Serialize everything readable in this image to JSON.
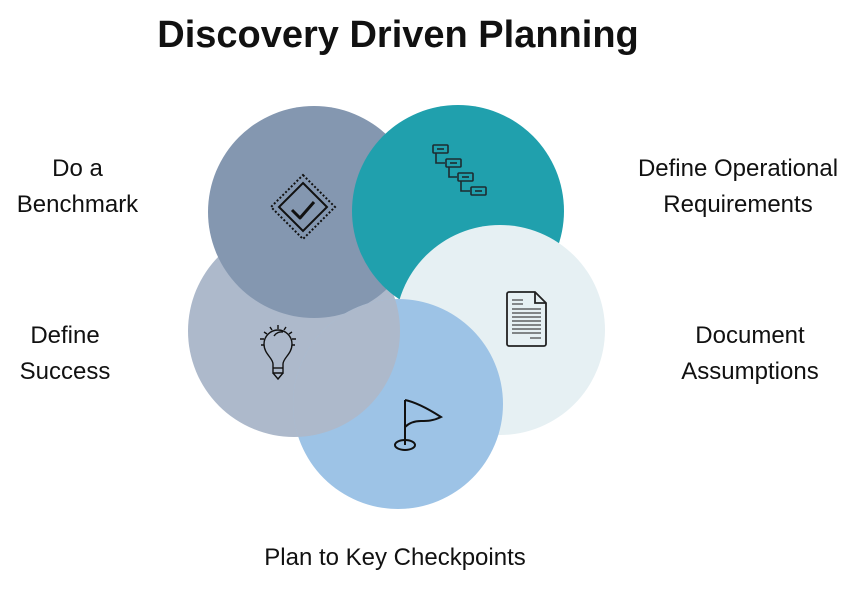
{
  "title": "Discovery Driven Planning",
  "segments": [
    {
      "label_lines": [
        "Do a",
        "Benchmark"
      ],
      "icon": "diamond-check-icon",
      "color": "#8497b0"
    },
    {
      "label_lines": [
        "Define Operational",
        "Requirements"
      ],
      "icon": "flowchart-icon",
      "color": "#20a0ad"
    },
    {
      "label_lines": [
        "Document",
        "Assumptions"
      ],
      "icon": "document-icon",
      "color": "#e6f0f3"
    },
    {
      "label_lines": [
        "Plan to Key Checkpoints"
      ],
      "icon": "flag-icon",
      "color": "#9dc3e6"
    },
    {
      "label_lines": [
        "Define",
        "Success"
      ],
      "icon": "lightbulb-icon",
      "color": "#adb9cb"
    }
  ]
}
